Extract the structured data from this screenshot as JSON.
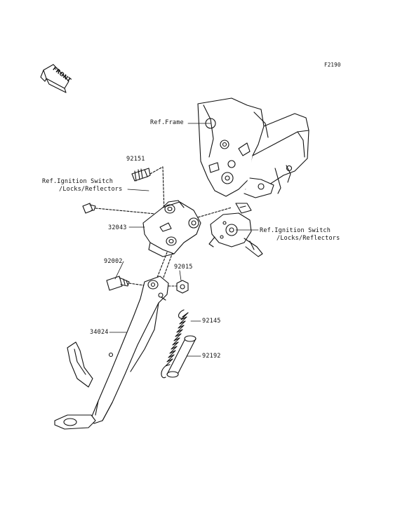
{
  "figure_code": "F2190",
  "front_badge": "FRONT",
  "labels": {
    "ref_frame": "Ref.Frame",
    "p92151": "92151",
    "ref_ignition_left_1": "Ref.Ignition Switch",
    "ref_ignition_left_2": "/Locks/Reflectors",
    "p32043": "32043",
    "ref_ignition_right_1": "Ref.Ignition Switch",
    "ref_ignition_right_2": "/Locks/Reflectors",
    "p92002": "92002",
    "p92015": "92015",
    "p92145": "92145",
    "p34024": "34024",
    "p92192": "92192"
  },
  "colors": {
    "line": "#111111",
    "background": "#ffffff"
  }
}
